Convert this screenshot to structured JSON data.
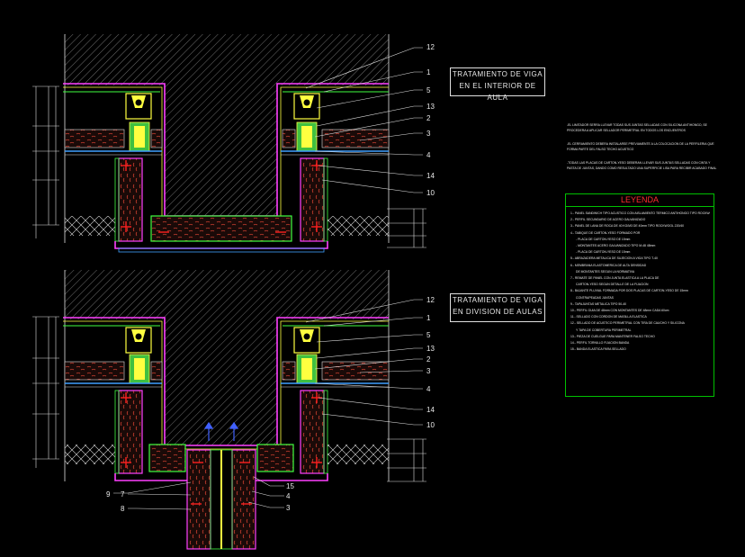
{
  "titles": {
    "top": {
      "line1": "TRATAMIENTO DE VIGA",
      "line2": "EN EL INTERIOR DE AULA"
    },
    "bottom": {
      "line1": "TRATAMIENTO DE VIGA",
      "line2": "EN DIVISION DE AULAS"
    }
  },
  "callouts": {
    "top": [
      "12",
      "1",
      "5",
      "13",
      "2",
      "3",
      "4",
      "14",
      "10"
    ],
    "bottom_right": [
      "12",
      "1",
      "5",
      "13",
      "2",
      "3",
      "4",
      "14",
      "10",
      "15",
      "4",
      "3"
    ],
    "bottom_left": [
      "9",
      "7",
      "8"
    ]
  },
  "notes": [
    "-EL LIMITADOR SERRA LLEVAR TODAS SUS JUNTAS SELLADAS CON SILICONA ANTIHONGO, SE PROCEDERA A APLICAR SELLADOR PERIMETRAL EN TODOS LOS ENCUENTROS",
    "-EL CERRAMIENTO DEBERA INSTALARSE PREVIAMENTE A LA COLOCACION DE LA PERFILERIA QUE FORMA PARTE DEL FALSO TECHO ACUSTICO",
    "-TODAS LAS PLACAS DE CARTON-YESO DEBERAN LLEVAR SUS JUNTAS SELLADAS CON CINTA Y PASTA DE JUNTAS, DANDO COMO RESULTADO UNA SUPERFICIE LISA PARA RECIBIR ACABADO FINAL"
  ],
  "legend": {
    "title": "LEYENDA",
    "items": [
      {
        "text": "1.- PANEL SANDWICH TIPO ACUSTICO CON AISLAMIENTO TERMICO ANTIHONGO TIPO ROCKWOOL",
        "sub": false
      },
      {
        "text": "2.- PERFIL SECUNDARIO DE ACERO GALVANIZADO",
        "sub": false
      },
      {
        "text": "3.- PANEL DE LANA DE ROCA DE 40 KG/M3 DE 40mm TIPO ROCKWOOL 220/40",
        "sub": false
      },
      {
        "text": "4.- TABIQUE DE CARTON-YESO FORMADO POR",
        "sub": false
      },
      {
        "text": "- PLACA DE CARTON-YESO DE 15mm",
        "sub": true
      },
      {
        "text": "- MONTANTES ACERO GALVANIZADO TIPO M-48 48mm",
        "sub": true
      },
      {
        "text": "- PLACA DE CARTON-YESO DE 15mm",
        "sub": true
      },
      {
        "text": "5.- ABRAZADERA METALICA DE SUJECION A VIGA TIPO T-40",
        "sub": false
      },
      {
        "text": "6.- MEMBRANA ELASTOMERICA DE ALTA DENSIDAD",
        "sub": false
      },
      {
        "text": "DE MONTANTES SEGUN LA NORMATIVA",
        "sub": true
      },
      {
        "text": "7.- REMATE DE PANEL CON JUNTA ELASTICA A LA PLACA DE",
        "sub": false
      },
      {
        "text": "CARTON-YESO SEGUN DETALLE DE LA FIJACION",
        "sub": true
      },
      {
        "text": "8.- BAJANTE PLUVIAL FORMADA POR DOS PLACAS DE CARTON-YESO DE 15mm",
        "sub": false
      },
      {
        "text": "CONTRAPEADAS JUNTAS",
        "sub": true
      },
      {
        "text": "9.- TAPAJUNTAS METALICA TIPO 50-40",
        "sub": false
      },
      {
        "text": "10.- PERFIL GUIA DE 48mm CON MONTANTES DE 48mm CADA 60cm",
        "sub": false
      },
      {
        "text": "11.- SELLADO CON CORDON DE MASILLA ELASTICA",
        "sub": false
      },
      {
        "text": "12.- SELLADO DE ACUSTICO PERIMETRAL CON TIRA DE CAUCHO Y SILICONA",
        "sub": false
      },
      {
        "text": "Y TAPA DE COBERTURA PERIMETRAL",
        "sub": true
      },
      {
        "text": "13.- PIEZA DE CUELGUE PARA MANTENER FALSO TECHO",
        "sub": false
      },
      {
        "text": "14.- PERFIL TORNILLO FIJACION BANDA",
        "sub": false
      },
      {
        "text": "15.- BANDA ELASTICA PARA SELLADO",
        "sub": false
      }
    ]
  }
}
